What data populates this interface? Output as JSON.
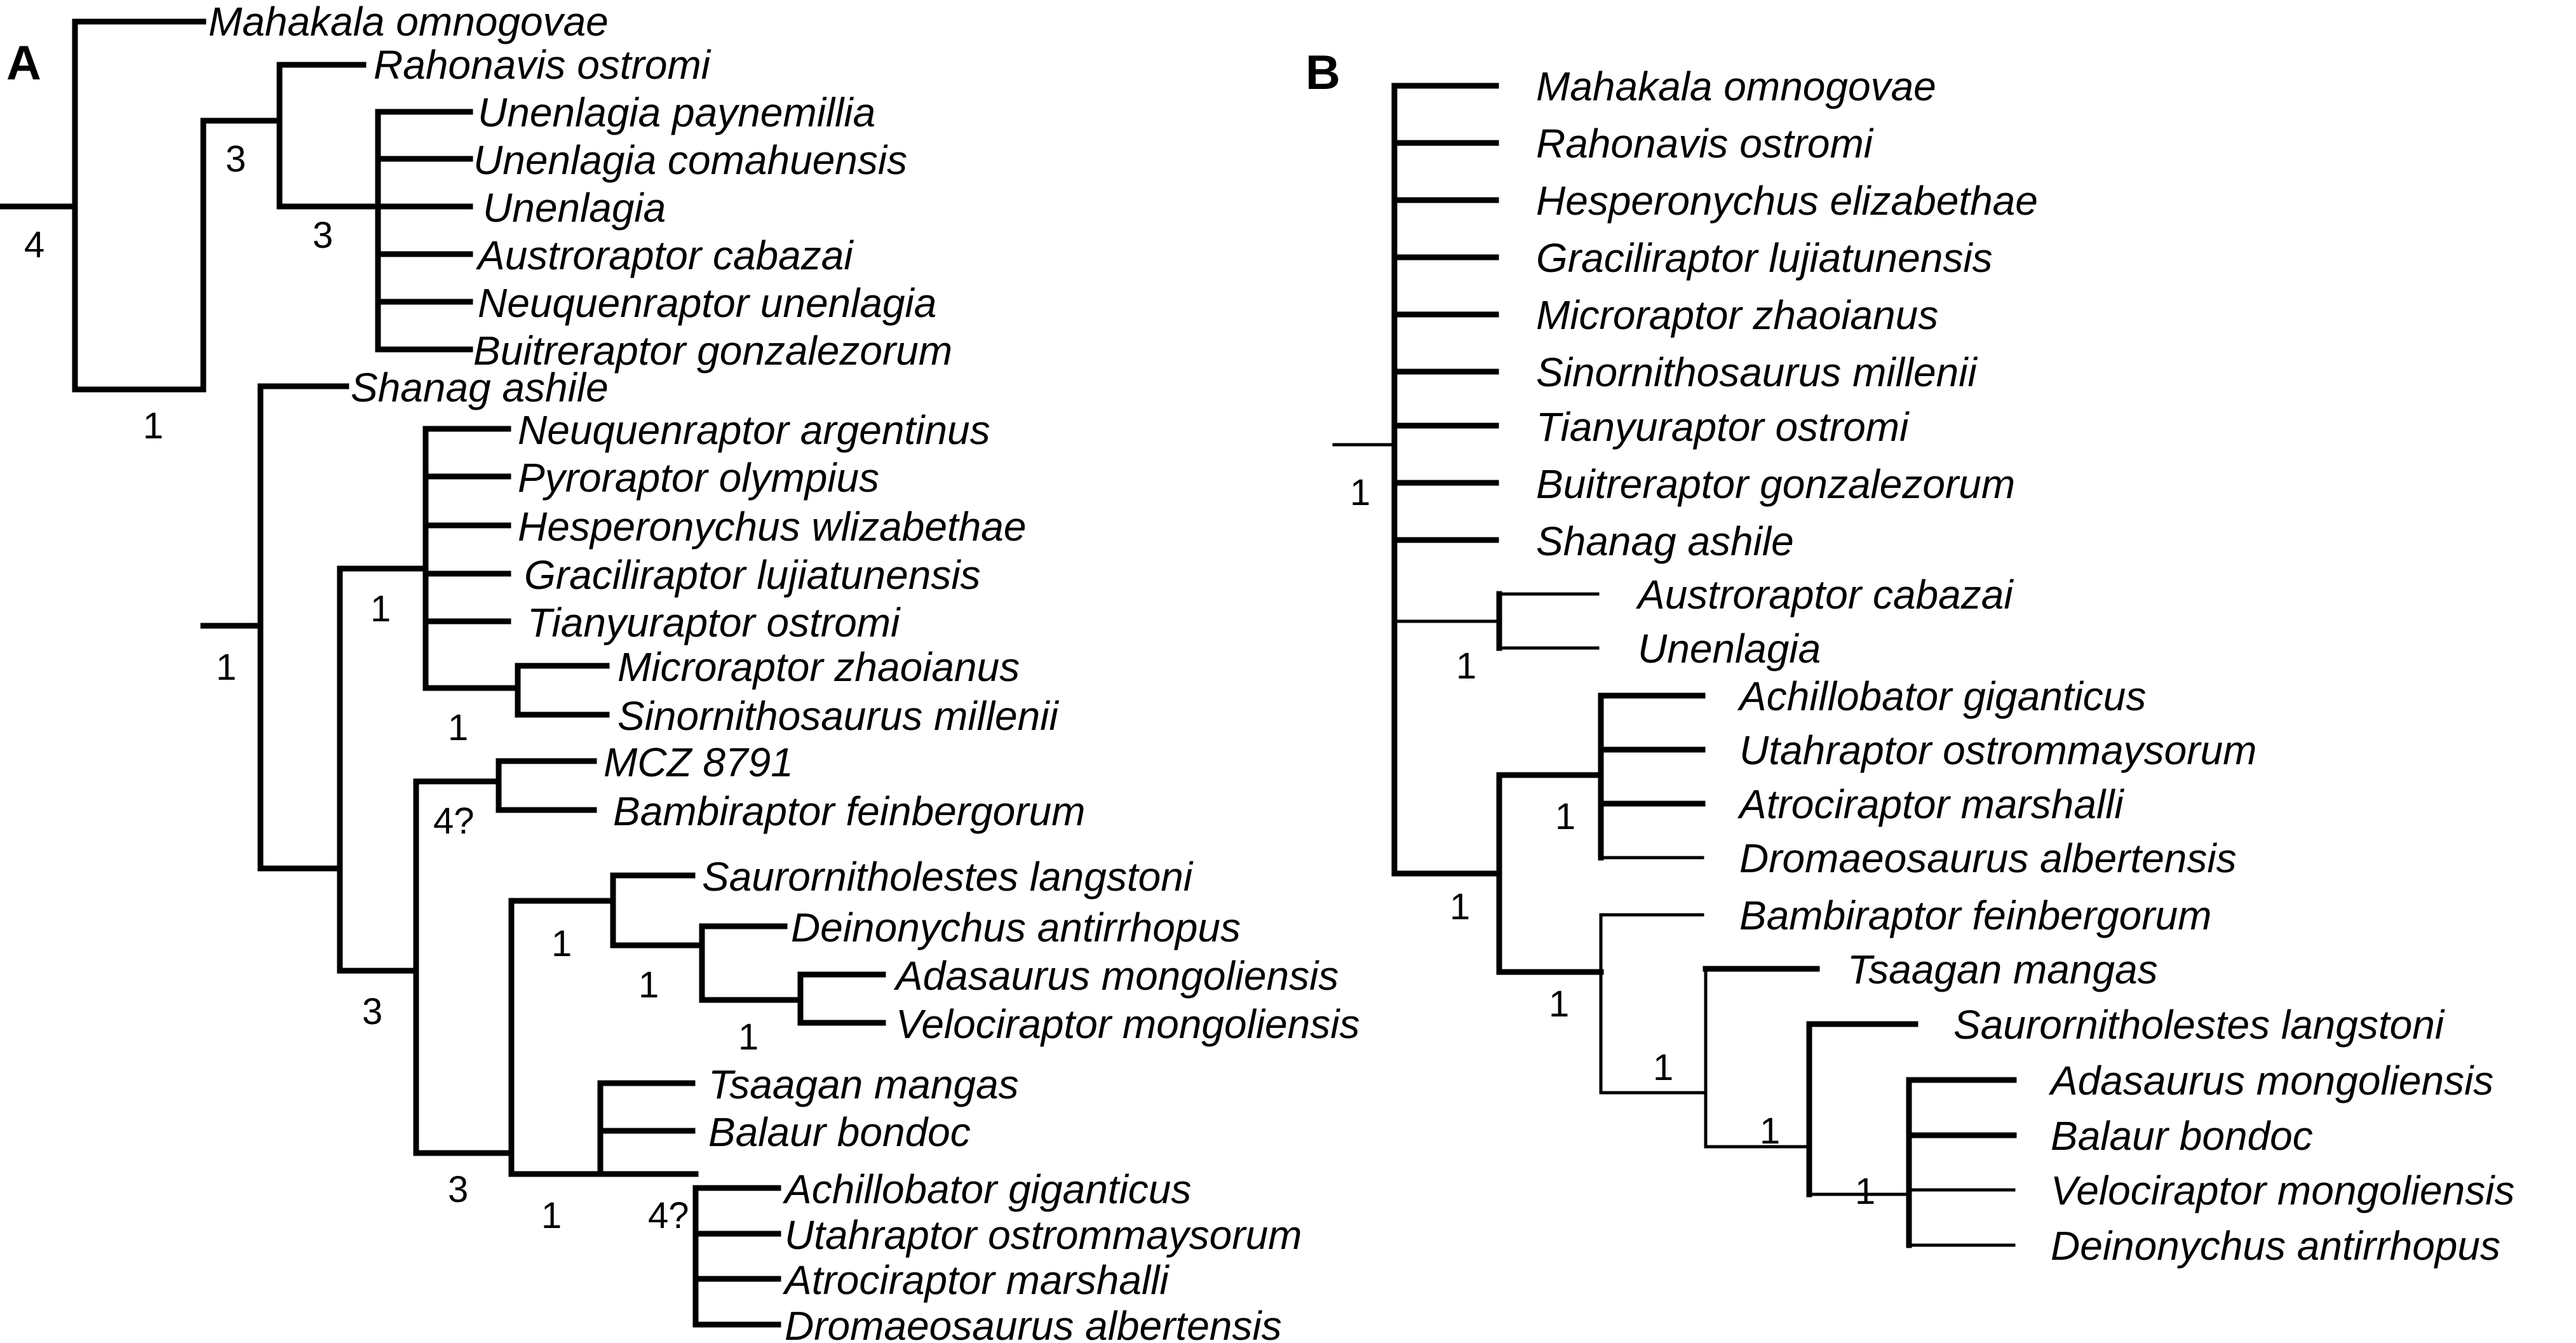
{
  "panel_a": {
    "label": "A",
    "taxa": [
      "Mahakala omnogovae",
      "Rahonavis ostromi",
      "Unenlagia paynemillia",
      "Unenlagia comahuensis",
      "Unenlagia",
      "Austroraptor cabazai",
      "Neuquenraptor unenlagia",
      "Buitreraptor gonzalezorum",
      "Shanag ashile",
      "Neuquenraptor argentinus",
      "Pyroraptor olympius",
      "Hesperonychus wlizabethae",
      "Graciliraptor lujiatunensis",
      "Tianyuraptor ostromi",
      "Microraptor zhaoianus",
      "Sinornithosaurus millenii",
      "MCZ 8791",
      "Bambiraptor feinbergorum",
      "Saurornitholestes langstoni",
      "Deinonychus antirrhopus",
      "Adasaurus mongoliensis",
      "Velociraptor mongoliensis",
      "Tsaagan mangas",
      "Balaur bondoc",
      "Achillobator giganticus",
      "Utahraptor ostrommaysorum",
      "Atrociraptor marshalli",
      "Dromaeosaurus albertensis"
    ],
    "support_values": [
      "4",
      "3",
      "3",
      "1",
      "1",
      "1",
      "1",
      "4?",
      "1",
      "1",
      "1",
      "3",
      "3",
      "1",
      "4?"
    ]
  },
  "panel_b": {
    "label": "B",
    "taxa": [
      "Mahakala omnogovae",
      "Rahonavis ostromi",
      "Hesperonychus elizabethae",
      "Graciliraptor lujiatunensis",
      "Microraptor zhaoianus",
      "Sinornithosaurus millenii",
      "Tianyuraptor ostromi",
      "Buitreraptor gonzalezorum",
      "Shanag ashile",
      "Austroraptor cabazai",
      "Unenlagia",
      "Achillobator giganticus",
      "Utahraptor ostrommaysorum",
      "Atrociraptor marshalli",
      "Dromaeosaurus albertensis",
      "Bambiraptor feinbergorum",
      "Tsaagan mangas",
      "Saurornitholestes langstoni",
      "Adasaurus mongoliensis",
      "Balaur bondoc",
      "Velociraptor mongoliensis",
      "Deinonychus antirrhopus"
    ],
    "support_values": [
      "1",
      "1",
      "1",
      "1",
      "1",
      "1",
      "1"
    ]
  }
}
